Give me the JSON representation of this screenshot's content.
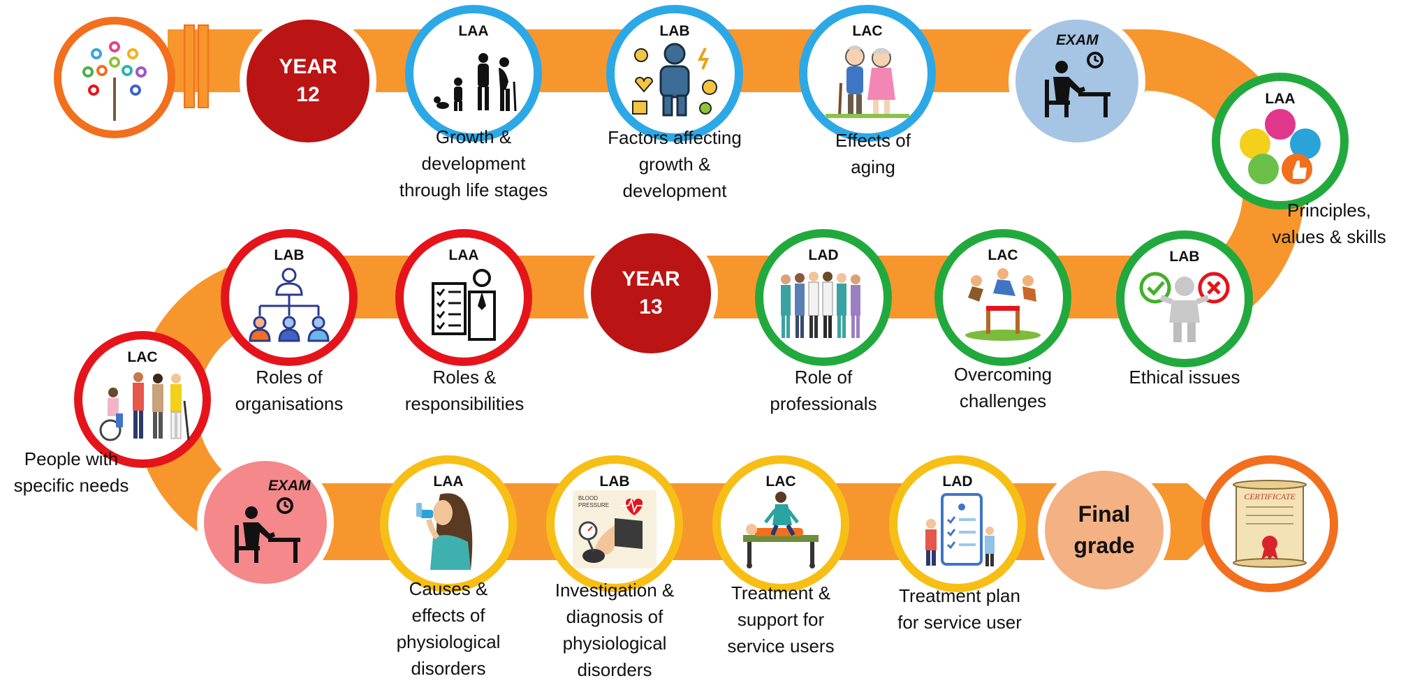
{
  "colors": {
    "path": "#f7962d",
    "orange_ring": "#f26f1d",
    "blue_ring": "#2da8e6",
    "green_ring": "#22a93e",
    "red_ring": "#e5141b",
    "yellow_ring": "#f7bf15",
    "year_fill": "#bb1414",
    "exam_blue_fill": "#a6c5e4",
    "exam_pink_fill": "#f4888a",
    "final_fill": "#f4b183"
  },
  "year12": {
    "label": "YEAR\n12"
  },
  "year13": {
    "label": "YEAR\n13"
  },
  "exam1": {
    "label": "EXAM"
  },
  "exam2": {
    "label": "EXAM"
  },
  "final": {
    "label": "Final\ngrade"
  },
  "row1": [
    {
      "code": "LAA",
      "caption": "Growth &\ndevelopment\nthrough life stages",
      "icon": "evolution-icon"
    },
    {
      "code": "LAB",
      "caption": "Factors affecting\ngrowth &\ndevelopment",
      "icon": "person-factors-icon"
    },
    {
      "code": "LAC",
      "caption": "Effects of\naging",
      "icon": "elderly-couple-icon"
    }
  ],
  "turn_right": {
    "code": "LAA",
    "caption": "Principles,\nvalues & skills",
    "icon": "values-icon"
  },
  "row2": [
    {
      "code": "LAB",
      "caption": "Ethical issues",
      "icon": "ethics-icon"
    },
    {
      "code": "LAC",
      "caption": "Overcoming\nchallenges",
      "icon": "hurdle-icon"
    },
    {
      "code": "LAD",
      "caption": "Role of\nprofessionals",
      "icon": "professionals-icon"
    },
    {
      "code": "LAA",
      "caption": "Roles &\nresponsibilities",
      "icon": "checklist-icon"
    },
    {
      "code": "LAB",
      "caption": "Roles of\norganisations",
      "icon": "org-chart-icon"
    }
  ],
  "turn_left": {
    "code": "LAC",
    "caption": "People with\nspecific needs",
    "icon": "people-needs-icon"
  },
  "row3": [
    {
      "code": "LAA",
      "caption": "Causes &\neffects of\nphysiological\ndisorders",
      "icon": "inhaler-icon"
    },
    {
      "code": "LAB",
      "caption": "Investigation &\ndiagnosis of\nphysiological\ndisorders",
      "icon": "blood-pressure-icon"
    },
    {
      "code": "LAC",
      "caption": "Treatment &\nsupport for\nservice users",
      "icon": "treatment-icon"
    },
    {
      "code": "LAD",
      "caption": "Treatment plan\nfor service user",
      "icon": "treatment-plan-icon"
    }
  ],
  "certificate": {
    "label": "CERTIFICATE",
    "icon": "certificate-icon"
  },
  "start": {
    "icon": "hands-tree-icon"
  }
}
